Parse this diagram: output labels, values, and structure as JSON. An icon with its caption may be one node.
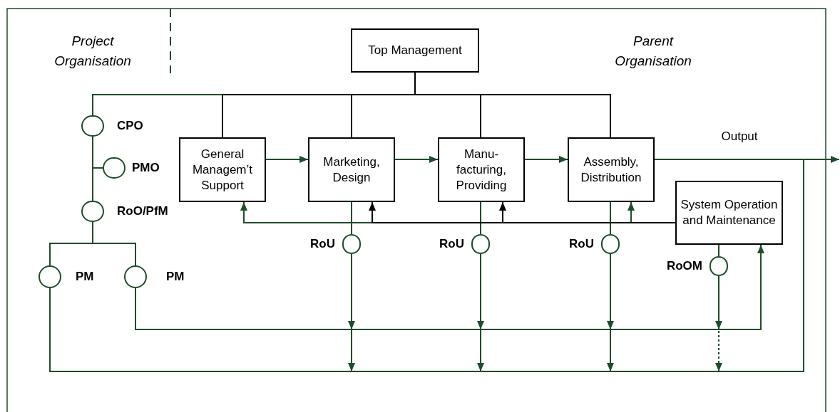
{
  "diagram": {
    "nodes": [
      {
        "text": [
          "Top Management"
        ]
      },
      {
        "text": [
          "General Managem’t Support"
        ]
      },
      {
        "text": [
          "Marketing, Design"
        ]
      },
      {
        "text": [
          "Manu-facturing, Providing"
        ]
      },
      {
        "text": [
          "Assembly, Distribution"
        ]
      },
      {
        "text": [
          "System Operation and Maintenance"
        ]
      },
      {
        "text": [],
        "shape": "circle",
        "beside": [
          "CPO"
        ]
      },
      {
        "text": [],
        "shape": "circle",
        "beside": [
          "PMO"
        ]
      },
      {
        "text": [],
        "shape": "circle",
        "beside": [
          "RoO/PfM"
        ]
      },
      {
        "text": [],
        "shape": "circle",
        "beside": [
          "PM"
        ]
      },
      {
        "text": [],
        "shape": "circle",
        "beside": [
          "PM"
        ]
      },
      {
        "text": [],
        "shape": "circle",
        "beside": [
          "RoU"
        ]
      },
      {
        "text": [],
        "shape": "circle",
        "beside": [
          "RoU"
        ]
      },
      {
        "text": [],
        "shape": "circle",
        "beside": [
          "RoU"
        ]
      },
      {
        "text": [],
        "shape": "circle",
        "beside": [
          "RoOM"
        ]
      }
    ],
    "edges": [
      {
        "from": 0,
        "to": 1,
        "arrow": "none",
        "color": "#000000"
      },
      {
        "from": 0,
        "to": 2,
        "arrow": "none",
        "color": "#000000"
      },
      {
        "from": 0,
        "to": 3,
        "arrow": "none",
        "color": "#000000"
      },
      {
        "from": 0,
        "to": 4,
        "arrow": "none",
        "color": "#000000"
      },
      {
        "from": 0,
        "to": 6,
        "arrow": "none"
      },
      {
        "from": 1,
        "to": 2,
        "arrow": "to"
      },
      {
        "from": 2,
        "to": 3,
        "arrow": "to"
      },
      {
        "from": 3,
        "to": 4,
        "arrow": "to"
      },
      {
        "from": 4,
        "to": null,
        "arrow": "to",
        "label": "Output"
      },
      {
        "from": 6,
        "to": 7,
        "arrow": "none"
      },
      {
        "from": 6,
        "to": 8,
        "arrow": "none"
      },
      {
        "from": 8,
        "to": 9,
        "arrow": "none"
      },
      {
        "from": 8,
        "to": 10,
        "arrow": "none"
      },
      {
        "from": 10,
        "to": 5,
        "arrow": "to"
      },
      {
        "from": 9,
        "to": null,
        "arrow": "none"
      },
      {
        "from": 5,
        "to": 1,
        "arrow": "to"
      },
      {
        "from": 5,
        "to": 2,
        "arrow": "to",
        "color": "#000000"
      },
      {
        "from": 5,
        "to": 3,
        "arrow": "to",
        "color": "#000000"
      },
      {
        "from": 5,
        "to": 4,
        "arrow": "to"
      },
      {
        "from": 2,
        "to": 11,
        "arrow": "none"
      },
      {
        "from": 11,
        "to": null,
        "arrow": "to"
      },
      {
        "from": 3,
        "to": 12,
        "arrow": "none"
      },
      {
        "from": 12,
        "to": null,
        "arrow": "to"
      },
      {
        "from": 4,
        "to": 13,
        "arrow": "none"
      },
      {
        "from": 13,
        "to": null,
        "arrow": "to"
      },
      {
        "from": 5,
        "to": 14,
        "arrow": "none"
      },
      {
        "from": 14,
        "to": null,
        "arrow": "to"
      }
    ],
    "labels": [
      "Project Organisation",
      "Parent Organisation"
    ]
  }
}
